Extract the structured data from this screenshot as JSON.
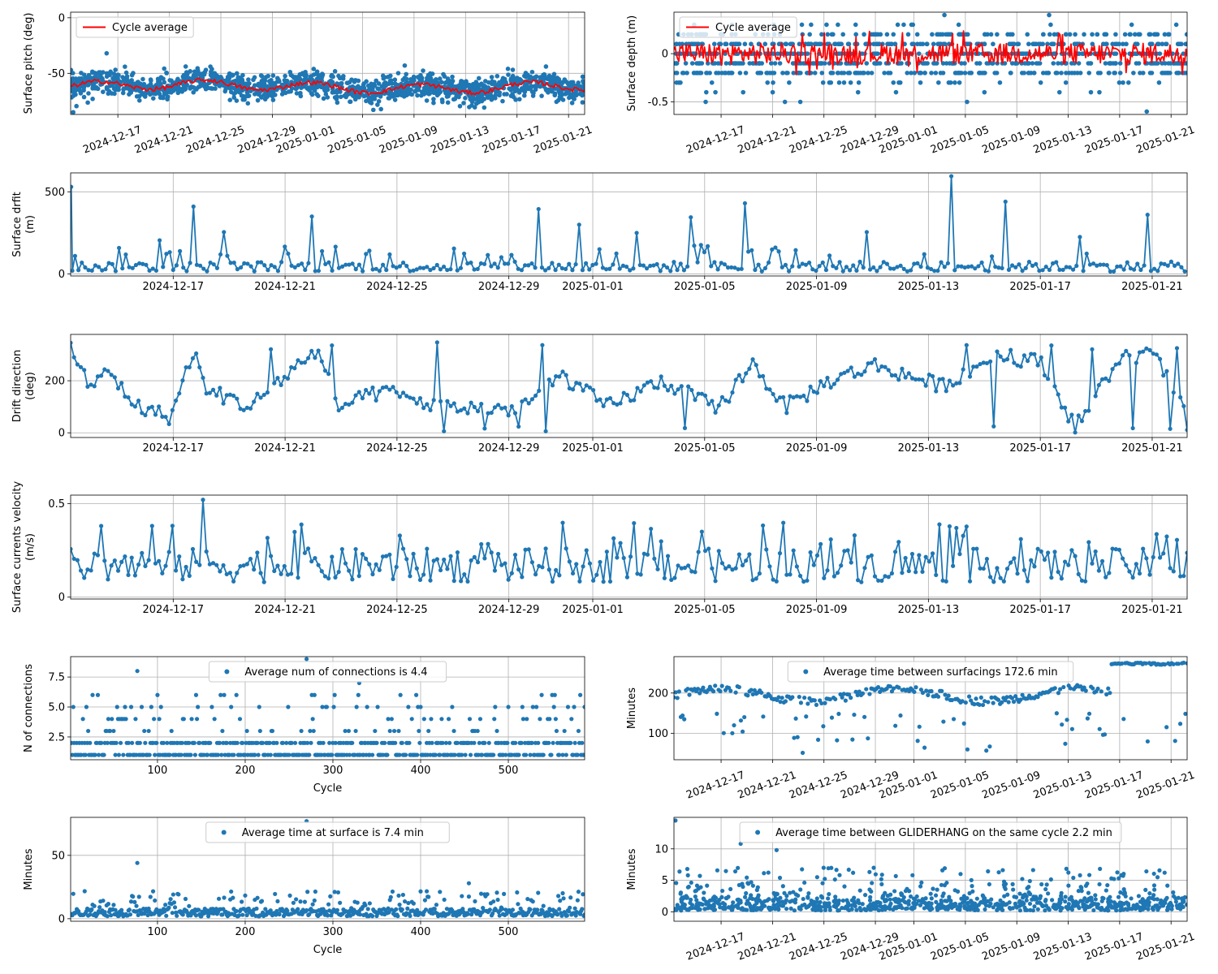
{
  "figure": {
    "background": "#ffffff"
  },
  "colors": {
    "points": "#1f77b4",
    "average": "#ff0000",
    "grid": "#b0b0b0"
  },
  "date_ticks": [
    "2024-12-17",
    "2024-12-21",
    "2024-12-25",
    "2024-12-29",
    "2025-01-01",
    "2025-01-05",
    "2025-01-09",
    "2025-01-13",
    "2025-01-17",
    "2025-01-21"
  ],
  "chart_data": [
    {
      "id": "pitch",
      "type": "scatter",
      "ylabel": "Surface pitch (deg)",
      "xlabel": "",
      "x_axis": "date",
      "xlim": [
        "2024-12-13T08:00",
        "2025-01-22T06:00"
      ],
      "ylim": [
        -87,
        5
      ],
      "yticks": [
        0,
        -50
      ],
      "tick_rotation": 20,
      "grid": true,
      "legend": {
        "position": "upper-left",
        "entries": [
          "Cycle average"
        ]
      },
      "series": [
        {
          "kind": "scatter-band",
          "center": -62,
          "spread": 12,
          "n": 1500
        },
        {
          "name": "Cycle average",
          "kind": "line",
          "center": -62,
          "amplitude": 5
        }
      ]
    },
    {
      "id": "depth",
      "type": "scatter",
      "ylabel": "Surface depth (m)",
      "xlabel": "",
      "x_axis": "date",
      "xlim": [
        "2024-12-13T08:00",
        "2025-01-22T06:00"
      ],
      "ylim": [
        -0.63,
        0.43
      ],
      "yticks": [
        0.0,
        -0.5
      ],
      "tick_rotation": 20,
      "grid": true,
      "legend": {
        "position": "upper-left",
        "entries": [
          "Cycle average"
        ]
      },
      "series": [
        {
          "kind": "scatter-levels",
          "levels": [
            0.4,
            0.3,
            0.2,
            0.1,
            0.0,
            -0.1,
            -0.2,
            -0.3,
            -0.4,
            -0.5,
            -0.6
          ]
        },
        {
          "name": "Cycle average",
          "kind": "line",
          "center": 0.0,
          "amplitude": 0.1
        }
      ]
    },
    {
      "id": "drift",
      "type": "line",
      "ylabel": "Surface drfit\n(m)",
      "xlabel": "",
      "x_axis": "date",
      "xlim": [
        "2024-12-13T08:00",
        "2025-01-22T06:00"
      ],
      "ylim": [
        -12,
        615
      ],
      "yticks": [
        0,
        500
      ],
      "tick_rotation": 0,
      "grid": true,
      "peaks": [
        {
          "x": "2024-12-13T09:00",
          "y": 530
        },
        {
          "x": "2024-12-16T12:00",
          "y": 205
        },
        {
          "x": "2024-12-17T18:00",
          "y": 410
        },
        {
          "x": "2024-12-18T19:00",
          "y": 255
        },
        {
          "x": "2024-12-22T00:00",
          "y": 350
        },
        {
          "x": "2024-12-30T02:00",
          "y": 395
        },
        {
          "x": "2024-12-31T12:00",
          "y": 300
        },
        {
          "x": "2025-01-02T14:00",
          "y": 250
        },
        {
          "x": "2025-01-04T11:00",
          "y": 345
        },
        {
          "x": "2025-01-06T12:00",
          "y": 430
        },
        {
          "x": "2025-01-10T20:00",
          "y": 255
        },
        {
          "x": "2025-01-13T19:00",
          "y": 595
        },
        {
          "x": "2025-01-15T19:00",
          "y": 440
        },
        {
          "x": "2025-01-18T10:00",
          "y": 225
        },
        {
          "x": "2025-01-20T19:00",
          "y": 360
        }
      ]
    },
    {
      "id": "direction",
      "type": "line",
      "ylabel": "Drift direction\n(deg)",
      "xlabel": "",
      "x_axis": "date",
      "xlim": [
        "2024-12-13T08:00",
        "2025-01-22T06:00"
      ],
      "ylim": [
        -18,
        378
      ],
      "yticks": [
        0,
        200
      ],
      "tick_rotation": 0,
      "grid": true
    },
    {
      "id": "currents",
      "type": "line",
      "ylabel": "Surface currents velocity\n(m/s)",
      "xlabel": "",
      "x_axis": "date",
      "xlim": [
        "2024-12-13T08:00",
        "2025-01-22T06:00"
      ],
      "ylim": [
        -0.01,
        0.545
      ],
      "yticks": [
        0.0,
        0.5
      ],
      "tick_rotation": 0,
      "grid": true
    },
    {
      "id": "connections",
      "type": "scatter",
      "ylabel": "N of connections",
      "xlabel": "Cycle",
      "xlim": [
        1,
        587
      ],
      "xticks": [
        100,
        200,
        300,
        400,
        500
      ],
      "ylim": [
        0.6,
        9.2
      ],
      "yticks": [
        2.5,
        5.0,
        7.5
      ],
      "ytick_labels": [
        "2.5",
        "5.0",
        "7.5"
      ],
      "grid": true,
      "legend": {
        "position": "upper-center",
        "entries": [
          "Average num of connections is 4.4"
        ]
      }
    },
    {
      "id": "between_surfacings",
      "type": "scatter",
      "ylabel": "Minutes",
      "xlabel": "",
      "x_axis": "date",
      "xlim": [
        "2024-12-13T08:00",
        "2025-01-22T06:00"
      ],
      "ylim": [
        35,
        290
      ],
      "yticks": [
        100,
        200
      ],
      "tick_rotation": 20,
      "grid": true,
      "legend": {
        "position": "upper-center",
        "entries": [
          "Average time between surfacings 172.6 min"
        ]
      }
    },
    {
      "id": "time_at_surface",
      "type": "scatter",
      "ylabel": "Minutes",
      "xlabel": "Cycle",
      "xlim": [
        1,
        587
      ],
      "xticks": [
        100,
        200,
        300,
        400,
        500
      ],
      "ylim": [
        -2,
        80
      ],
      "yticks": [
        0,
        50
      ],
      "grid": true,
      "legend": {
        "position": "upper-center",
        "entries": [
          "Average time at surface is 7.4 min"
        ]
      }
    },
    {
      "id": "gliderhang",
      "type": "scatter",
      "ylabel": "Minutes",
      "xlabel": "",
      "x_axis": "date",
      "xlim": [
        "2024-12-13T08:00",
        "2025-01-22T06:00"
      ],
      "ylim": [
        -1.5,
        15
      ],
      "yticks": [
        0,
        5,
        10
      ],
      "tick_rotation": 20,
      "grid": true,
      "legend": {
        "position": "upper-center",
        "entries": [
          "Average time between GLIDERHANG on the same cycle 2.2 min"
        ]
      }
    }
  ]
}
